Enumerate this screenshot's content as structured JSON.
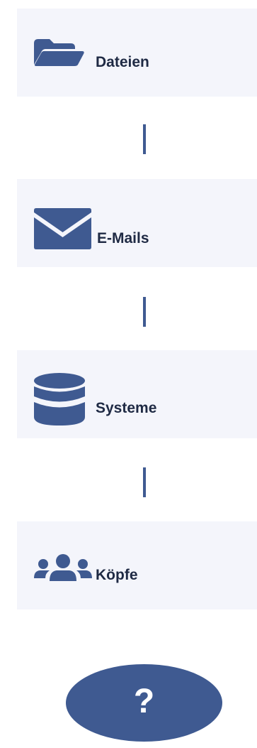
{
  "steps": [
    {
      "label": "Dateien",
      "icon": "folder-icon"
    },
    {
      "label": "E-Mails",
      "icon": "envelope-icon"
    },
    {
      "label": "Systeme",
      "icon": "database-icon"
    },
    {
      "label": "Köpfe",
      "icon": "people-icon"
    }
  ],
  "help": {
    "symbol": "?"
  },
  "colors": {
    "accent": "#3f5a91",
    "card_background": "#f4f5fb",
    "label_text": "#1f2a44"
  }
}
